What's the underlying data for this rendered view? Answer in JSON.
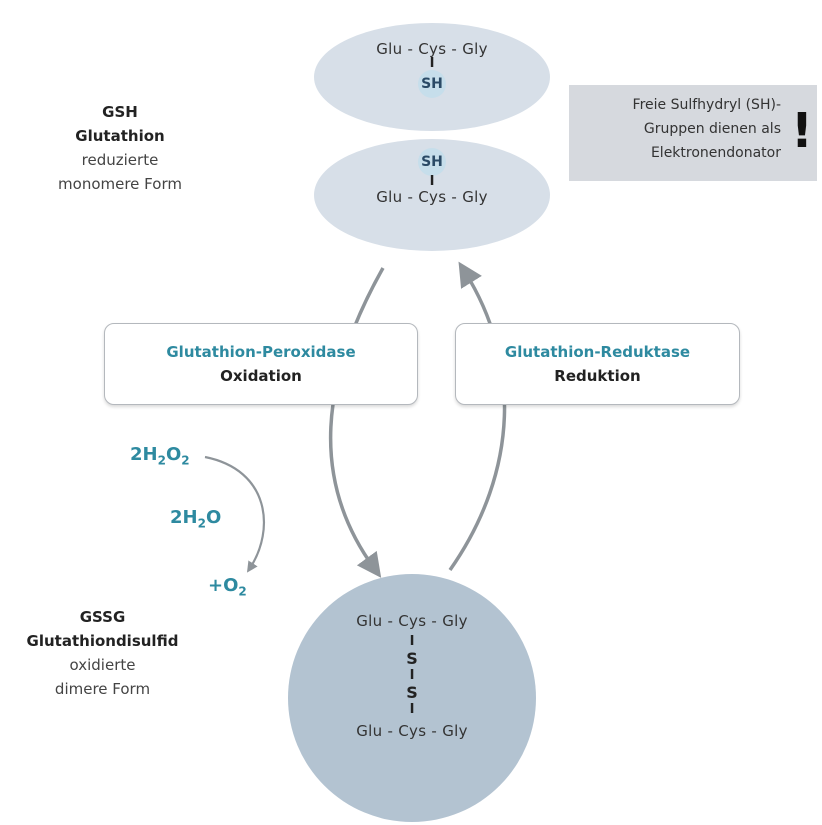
{
  "gsh": {
    "abbr": "GSH",
    "name": "Glutathion",
    "desc1": "reduzierte",
    "desc2": "monomere Form"
  },
  "gssg": {
    "abbr": "GSSG",
    "name": "Glutathiondisulfid",
    "desc1": "oxidierte",
    "desc2": "dimere Form"
  },
  "molecules": {
    "chain": "Glu - Cys - Gly",
    "sh": "SH",
    "s": "S",
    "bond": "I"
  },
  "info": {
    "line1": "Freie Sulfhydryl (SH)-",
    "line2": "Gruppen dienen als",
    "line3": "Elektronendonator",
    "mark": "!"
  },
  "enzymes": {
    "left_name": "Glutathion-Peroxidase",
    "left_process": "Oxidation",
    "right_name": "Glutathion-Reduktase",
    "right_process": "Reduktion"
  },
  "reaction": {
    "h2o2_prefix": "2H",
    "h2o2_sub": "2",
    "h2o2_o": "O",
    "h2o2_sub2": "2",
    "h2o_prefix": "2H",
    "h2o_sub": "2",
    "h2o_o": "O",
    "o2_prefix": "+O",
    "o2_sub": "2"
  },
  "colors": {
    "ellipse_light": "#d7dfe8",
    "circle_dark": "#b3c3d1",
    "accent_teal": "#2e8aa0",
    "info_bg": "#d6d9de",
    "arrow_gray": "#8e9499"
  }
}
